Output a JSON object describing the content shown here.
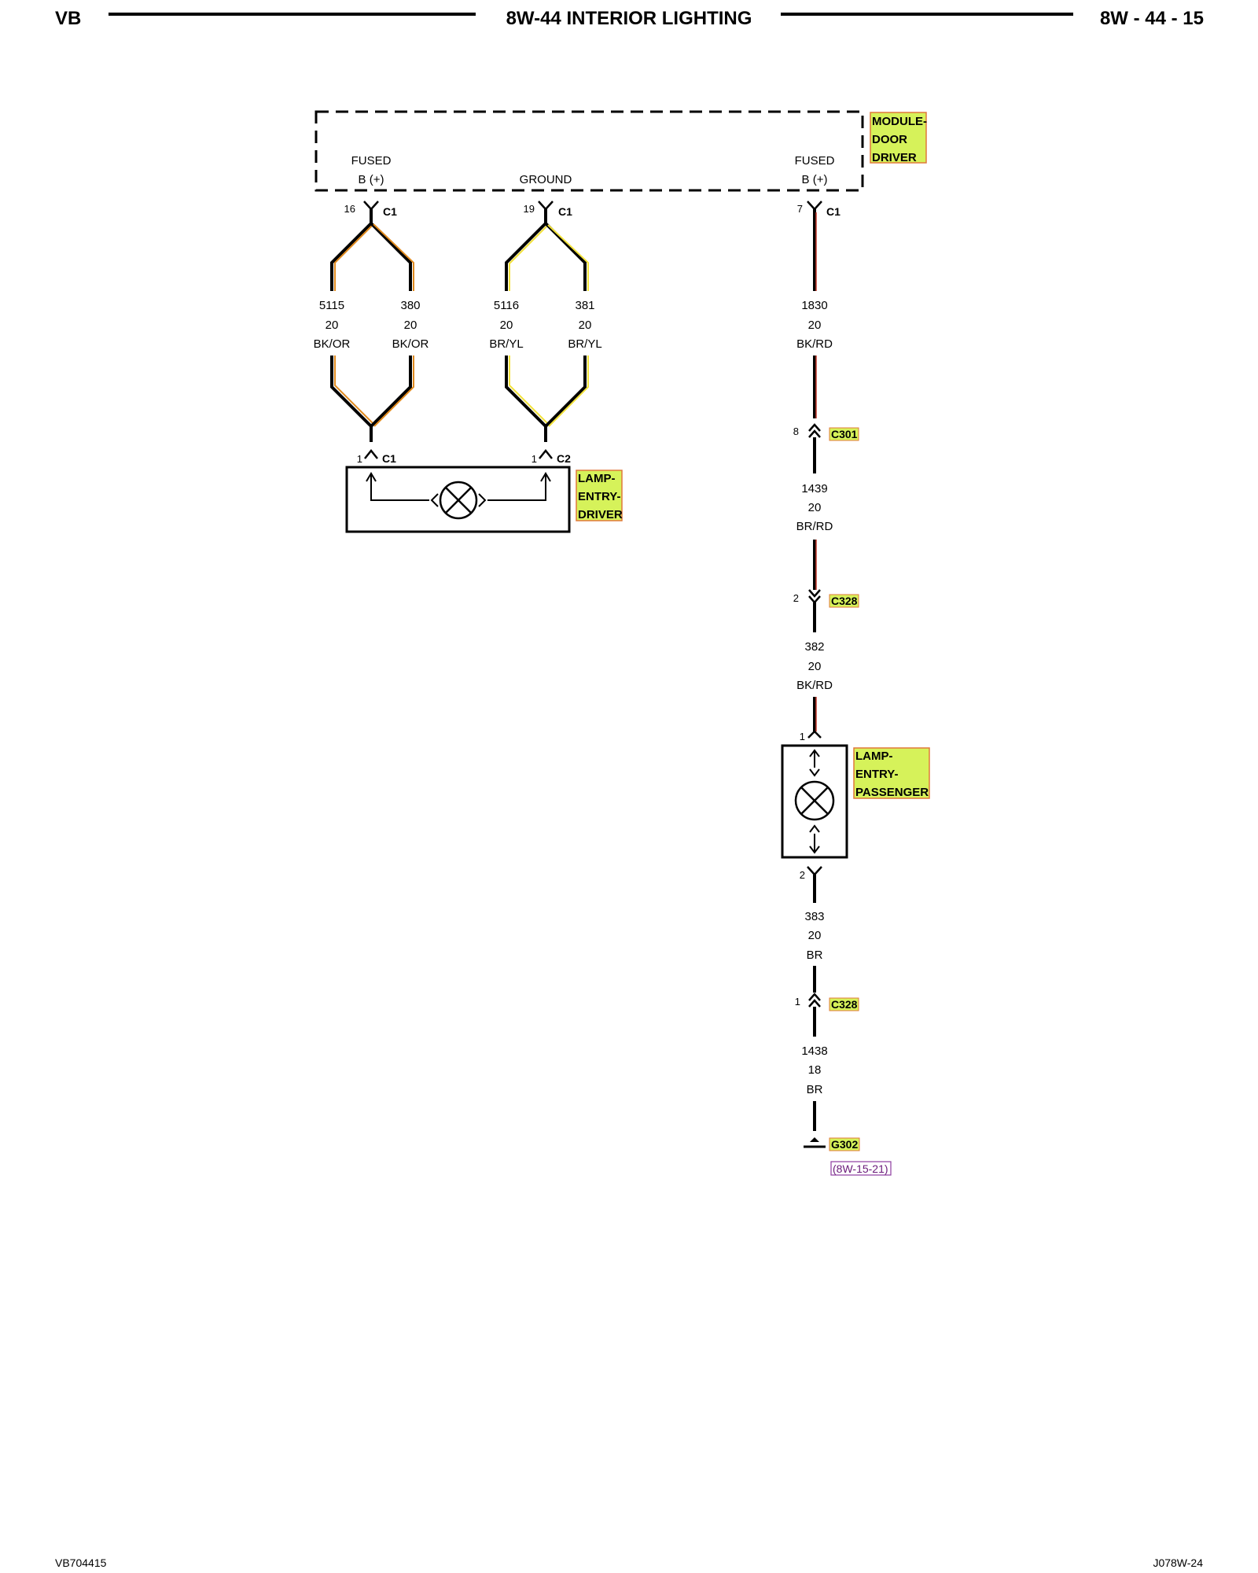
{
  "header": {
    "left": "VB",
    "title": "8W-44 INTERIOR LIGHTING",
    "right": "8W - 44 - 15"
  },
  "module": {
    "name": [
      "MODULE-",
      "DOOR",
      "DRIVER"
    ],
    "fused_left": [
      "FUSED",
      "B (+)"
    ],
    "ground": "GROUND",
    "fused_right": [
      "FUSED",
      "B (+)"
    ]
  },
  "connectors": {
    "c1_16": {
      "pin": "16",
      "name": "C1"
    },
    "c1_19": {
      "pin": "19",
      "name": "C1"
    },
    "c1_7": {
      "pin": "7",
      "name": "C1"
    },
    "lamp_c1": {
      "pin": "1",
      "name": "C1"
    },
    "lamp_c2": {
      "pin": "1",
      "name": "C2"
    },
    "c301_8": {
      "pin": "8",
      "name": "C301"
    },
    "c328_2": {
      "pin": "2",
      "name": "C328"
    },
    "lp_1": {
      "pin": "1"
    },
    "lp_2": {
      "pin": "2"
    },
    "c328_1": {
      "pin": "1",
      "name": "C328"
    }
  },
  "wires": {
    "w5115": [
      "5115",
      "20",
      "BK/OR"
    ],
    "w380": [
      "380",
      "20",
      "BK/OR"
    ],
    "w5116": [
      "5116",
      "20",
      "BR/YL"
    ],
    "w381": [
      "381",
      "20",
      "BR/YL"
    ],
    "w1830": [
      "1830",
      "20",
      "BK/RD"
    ],
    "w1439": [
      "1439",
      "20",
      "BR/RD"
    ],
    "w382": [
      "382",
      "20",
      "BK/RD"
    ],
    "w383": [
      "383",
      "20",
      "BR"
    ],
    "w1438": [
      "1438",
      "18",
      "BR"
    ]
  },
  "components": {
    "lamp_driver": [
      "LAMP-",
      "ENTRY-",
      "DRIVER"
    ],
    "lamp_passenger": [
      "LAMP-",
      "ENTRY-",
      "PASSENGER"
    ],
    "ground": "G302",
    "ground_ref": "(8W-15-21)"
  },
  "footer": {
    "left": "VB704415",
    "right": "J078W-24"
  },
  "colors": {
    "tag_fill": "#d6f25a",
    "tag_border": "#e0793a",
    "stripe_orange": "#e08a1e",
    "stripe_yellow": "#f2e23a",
    "stripe_red": "#c0392b"
  }
}
